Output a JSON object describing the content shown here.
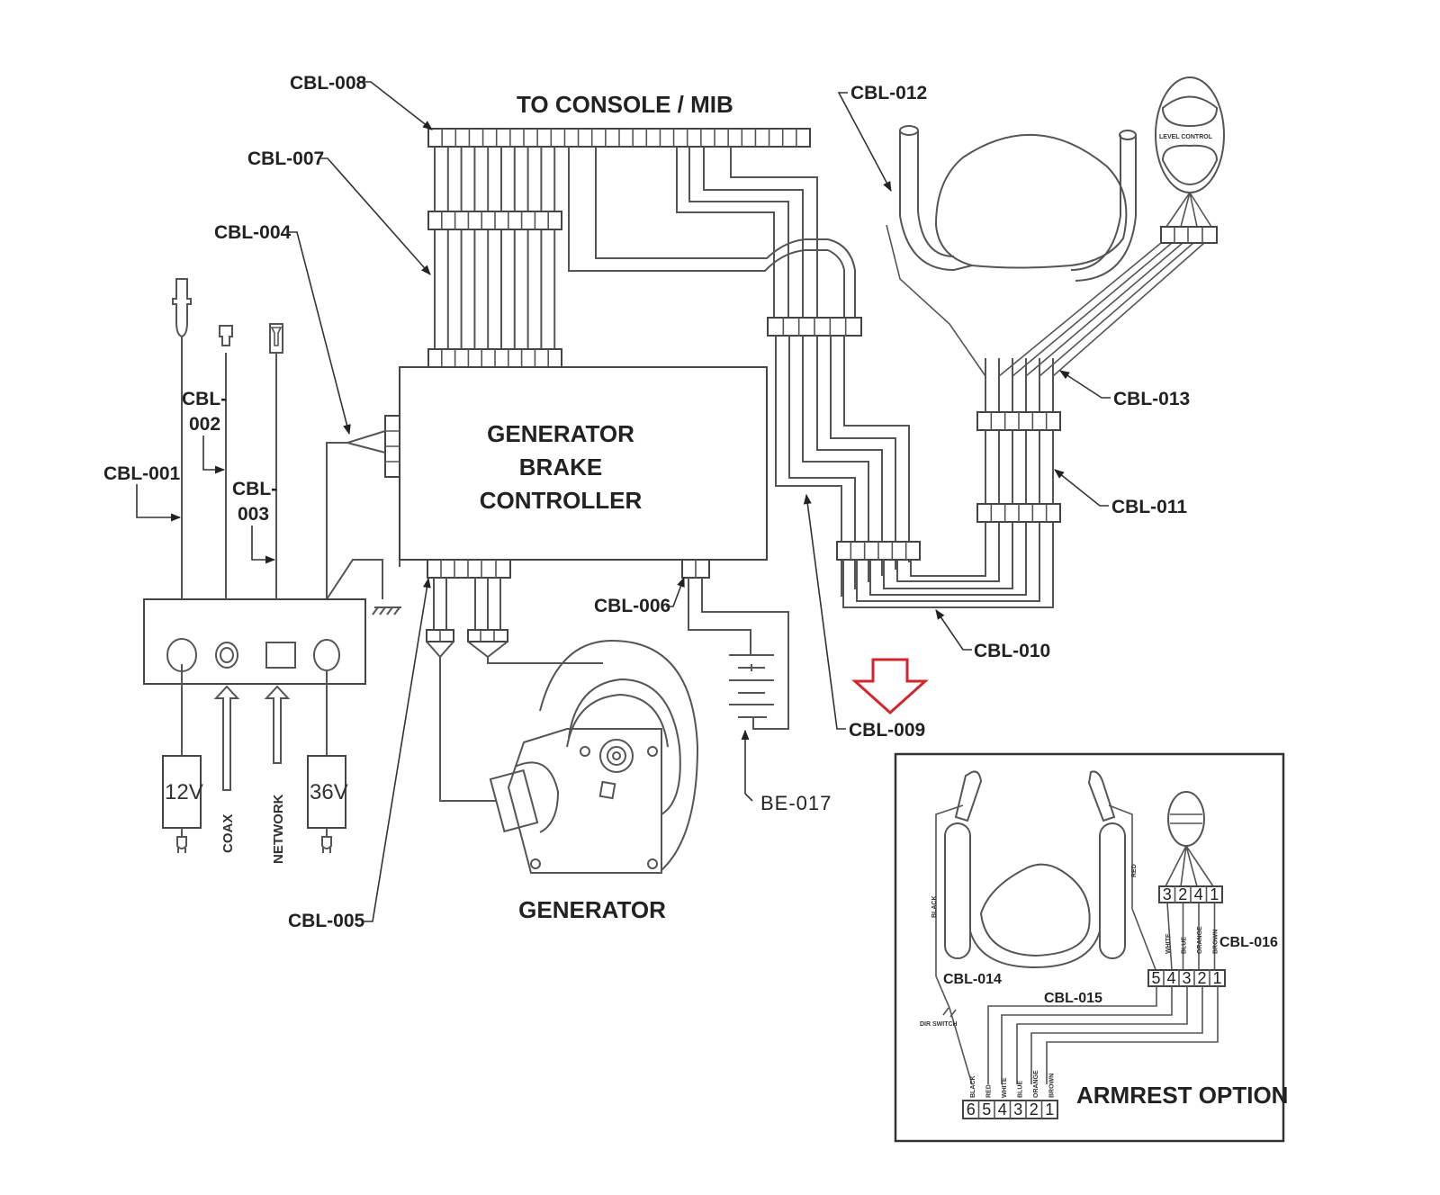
{
  "diagram": {
    "title": "TO CONSOLE / MIB",
    "controller": {
      "lines": [
        "GENERATOR",
        "BRAKE",
        "CONTROLLER"
      ]
    },
    "generator_label": "GENERATOR",
    "battery_label": "BE-017",
    "power_box": {
      "supplies": [
        "12V",
        "36V"
      ],
      "inputs": [
        "COAX",
        "NETWORK"
      ]
    },
    "cables": {
      "cbl001": "CBL-001",
      "cbl002_a": "CBL-",
      "cbl002_b": "002",
      "cbl003_a": "CBL-",
      "cbl003_b": "003",
      "cbl004": "CBL-004",
      "cbl005": "CBL-005",
      "cbl006": "CBL-006",
      "cbl007": "CBL-007",
      "cbl008": "CBL-008",
      "cbl009": "CBL-009",
      "cbl010": "CBL-010",
      "cbl011": "CBL-011",
      "cbl012": "CBL-012",
      "cbl013": "CBL-013"
    },
    "level_control_label": "LEVEL CONTROL",
    "highlight_arrow_color": "#d0262c",
    "armrest_option": {
      "title": "ARMREST OPTION",
      "cables": {
        "cbl014": "CBL-014",
        "cbl015": "CBL-015",
        "cbl016": "CBL-016"
      },
      "connector_top_pins": [
        "3",
        "2",
        "4",
        "1"
      ],
      "connector_mid_pins": [
        "5",
        "4",
        "3",
        "2",
        "1"
      ],
      "connector_bottom_pins": [
        "6",
        "5",
        "4",
        "3",
        "2",
        "1"
      ],
      "wire_colors_top": [
        "WHITE",
        "BLUE",
        "ORANGE",
        "BROWN"
      ],
      "wire_colors_bottom": [
        "BLACK",
        "RED",
        "WHITE",
        "BLUE",
        "ORANGE",
        "BROWN"
      ],
      "wire_color_left": "BLACK",
      "wire_color_right": "RED",
      "switch_label": "DIR SWITCH"
    }
  }
}
